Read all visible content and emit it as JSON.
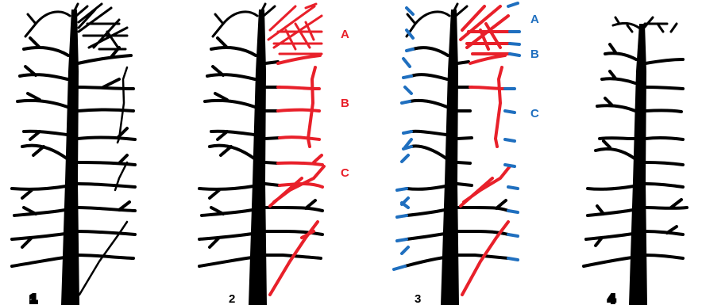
{
  "colors": {
    "tree": "#000000",
    "red": "#e8202a",
    "blue": "#1f6fbf",
    "background": "#ffffff"
  },
  "panels": [
    {
      "number": "1"
    },
    {
      "number": "2",
      "labels": [
        "A",
        "B",
        "C"
      ],
      "label_color": "red"
    },
    {
      "number": "3",
      "labels": [
        "A",
        "B",
        "C"
      ],
      "label_color": "blue"
    },
    {
      "number": "4"
    }
  ]
}
